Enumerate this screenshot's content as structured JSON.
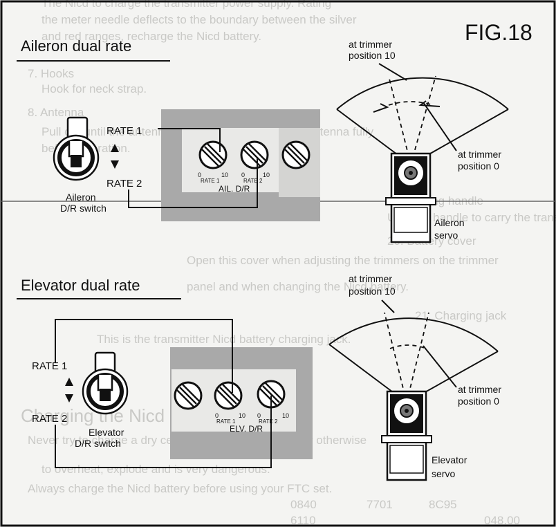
{
  "figure": {
    "label": "FIG.18"
  },
  "aileron": {
    "heading": "Aileron dual rate",
    "rate1": "RATE 1",
    "rate2": "RATE 2",
    "switch_line1": "Aileron",
    "switch_line2": "D/R switch",
    "trimmer_top_line1": "at trimmer",
    "trimmer_top_line2": "position 10",
    "trimmer_zero_line1": "at trimmer",
    "trimmer_zero_line2": "position 0",
    "servo_line1": "Aileron",
    "servo_line2": "servo",
    "knob1_label": "RATE 1",
    "knob2_label": "RATE 2",
    "panel_label": "AIL. D/R",
    "scale_min": "0",
    "scale_max": "10"
  },
  "elevator": {
    "heading": "Elevator dual rate",
    "rate1": "RATE 1",
    "rate2": "RATE 2",
    "switch_line1": "Elevator",
    "switch_line2": "D/R switch",
    "trimmer_top_line1": "at trimmer",
    "trimmer_top_line2": "position 10",
    "trimmer_zero_line1": "at trimmer",
    "trimmer_zero_line2": "position 0",
    "servo_line1": "Elevator",
    "servo_line2": "servo",
    "knob1_label": "RATE 1",
    "knob2_label": "RATE 2",
    "panel_label": "ELV. D/R",
    "scale_min": "0",
    "scale_max": "10"
  },
  "background_text": [
    "The Nicd to charge the transmitter power supply. Rating",
    "the meter needle deflects to the boundary between the silver",
    "and red ranges, recharge the Nicd battery.",
    "7. Hooks",
    "Hook for neck strap.",
    "8. Antenna",
    "Pull out until the antenna stops. Be sure to pull the antenna fully",
    "before operation.",
    "9. Carrying handle",
    "Use this handle to carry the transmitter.",
    "20. Battery cover",
    "Open this cover when adjusting the trimmers on the trimmer",
    "panel and when changing the Nicd battery.",
    "21. Charging jack",
    "This is the transmitter Nicd battery charging jack.",
    "Charging the Nicd battery",
    "Never try to charge a dry cell battery. It may explode or otherwise",
    "to overheat, explode and is very dangerous.",
    "Always charge the Nicd battery before using your FTC set."
  ],
  "background_numbers": [
    "0840",
    "7701",
    "8C95",
    "6110",
    "048.00"
  ]
}
